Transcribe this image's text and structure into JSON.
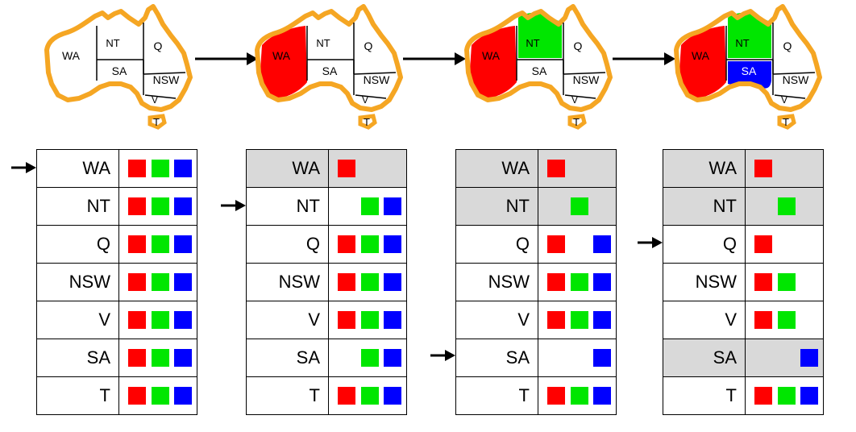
{
  "colors": {
    "r": "#ff0000",
    "g": "#00e600",
    "b": "#0000ff",
    "outline": "#f5a623",
    "assigned_bg": "#d9d9d9"
  },
  "region_labels": {
    "WA": "WA",
    "NT": "NT",
    "Q": "Q",
    "SA": "SA",
    "NSW": "NSW",
    "V": "V",
    "T": "T"
  },
  "steps": [
    {
      "map_fill": {
        "WA": "",
        "NT": "",
        "SA": ""
      },
      "rows": [
        {
          "name": "WA",
          "domain": [
            "r",
            "g",
            "b"
          ],
          "assigned": false
        },
        {
          "name": "NT",
          "domain": [
            "r",
            "g",
            "b"
          ],
          "assigned": false
        },
        {
          "name": "Q",
          "domain": [
            "r",
            "g",
            "b"
          ],
          "assigned": false
        },
        {
          "name": "NSW",
          "domain": [
            "r",
            "g",
            "b"
          ],
          "assigned": false
        },
        {
          "name": "V",
          "domain": [
            "r",
            "g",
            "b"
          ],
          "assigned": false
        },
        {
          "name": "SA",
          "domain": [
            "r",
            "g",
            "b"
          ],
          "assigned": false
        },
        {
          "name": "T",
          "domain": [
            "r",
            "g",
            "b"
          ],
          "assigned": false
        }
      ],
      "pointer_row": 0
    },
    {
      "map_fill": {
        "WA": "r",
        "NT": "",
        "SA": ""
      },
      "rows": [
        {
          "name": "WA",
          "domain": [
            "r"
          ],
          "assigned": true
        },
        {
          "name": "NT",
          "domain": [
            "g",
            "b"
          ],
          "assigned": false
        },
        {
          "name": "Q",
          "domain": [
            "r",
            "g",
            "b"
          ],
          "assigned": false
        },
        {
          "name": "NSW",
          "domain": [
            "r",
            "g",
            "b"
          ],
          "assigned": false
        },
        {
          "name": "V",
          "domain": [
            "r",
            "g",
            "b"
          ],
          "assigned": false
        },
        {
          "name": "SA",
          "domain": [
            "g",
            "b"
          ],
          "assigned": false
        },
        {
          "name": "T",
          "domain": [
            "r",
            "g",
            "b"
          ],
          "assigned": false
        }
      ],
      "pointer_row": 1
    },
    {
      "map_fill": {
        "WA": "r",
        "NT": "g",
        "SA": ""
      },
      "rows": [
        {
          "name": "WA",
          "domain": [
            "r"
          ],
          "assigned": true
        },
        {
          "name": "NT",
          "domain": [
            "g"
          ],
          "assigned": true
        },
        {
          "name": "Q",
          "domain": [
            "r",
            "b"
          ],
          "assigned": false
        },
        {
          "name": "NSW",
          "domain": [
            "r",
            "g",
            "b"
          ],
          "assigned": false
        },
        {
          "name": "V",
          "domain": [
            "r",
            "g",
            "b"
          ],
          "assigned": false
        },
        {
          "name": "SA",
          "domain": [
            "b"
          ],
          "assigned": false
        },
        {
          "name": "T",
          "domain": [
            "r",
            "g",
            "b"
          ],
          "assigned": false
        }
      ],
      "pointer_row": 5
    },
    {
      "map_fill": {
        "WA": "r",
        "NT": "g",
        "SA": "b"
      },
      "rows": [
        {
          "name": "WA",
          "domain": [
            "r"
          ],
          "assigned": true
        },
        {
          "name": "NT",
          "domain": [
            "g"
          ],
          "assigned": true
        },
        {
          "name": "Q",
          "domain": [
            "r"
          ],
          "assigned": false
        },
        {
          "name": "NSW",
          "domain": [
            "r",
            "g"
          ],
          "assigned": false
        },
        {
          "name": "V",
          "domain": [
            "r",
            "g"
          ],
          "assigned": false
        },
        {
          "name": "SA",
          "domain": [
            "b"
          ],
          "assigned": true
        },
        {
          "name": "T",
          "domain": [
            "r",
            "g",
            "b"
          ],
          "assigned": false
        }
      ],
      "pointer_row": 2
    }
  ]
}
